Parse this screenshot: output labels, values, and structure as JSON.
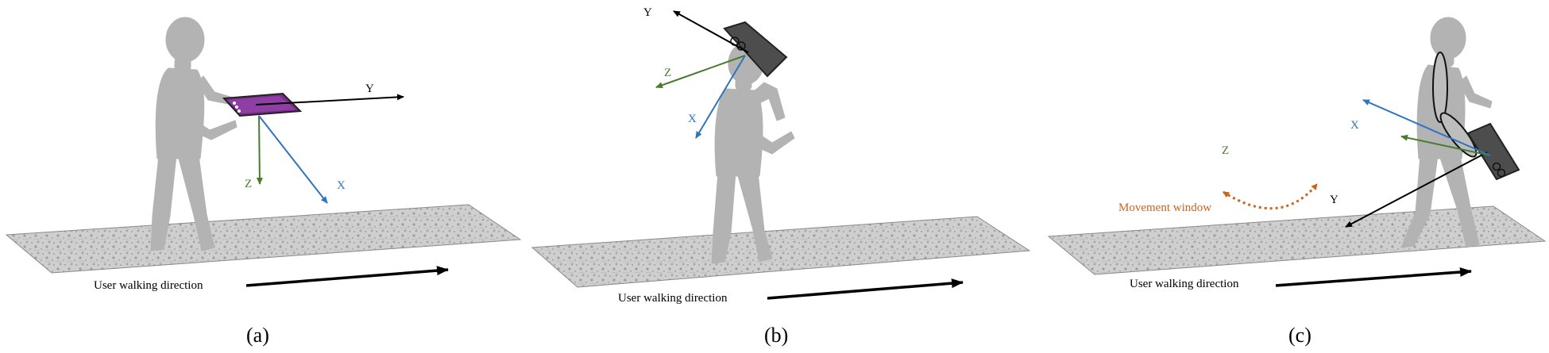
{
  "panels": [
    {
      "caption": "(a)",
      "walking_label": "User walking direction",
      "axes": {
        "y": "Y",
        "z": "Z",
        "x": "X"
      }
    },
    {
      "caption": "(b)",
      "walking_label": "User walking direction",
      "axes": {
        "y": "Y",
        "z": "Z",
        "x": "X"
      }
    },
    {
      "caption": "(c)",
      "walking_label": "User walking direction",
      "axes": {
        "y": "Y",
        "z": "Z",
        "x": "X"
      },
      "movement_label": "Movement window"
    }
  ],
  "colors": {
    "figure": "#b3b3b3",
    "floor": "#c9c9c9",
    "axis_y": "#000000",
    "axis_z": "#4a7a2c",
    "axis_x": "#2e74c0",
    "movement": "#c8641e",
    "phone_screen": "#7a2a8c",
    "phone_dark": "#4d4d4d"
  }
}
